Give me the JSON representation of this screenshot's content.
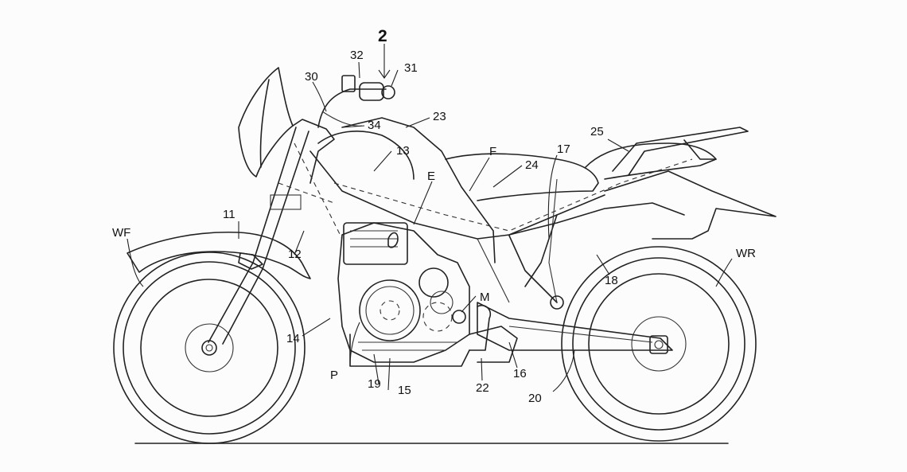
{
  "figure": {
    "view_label": "2",
    "labels": {
      "p2": "2",
      "p11": "11",
      "p12": "12",
      "p13": "13",
      "p14": "14",
      "p15": "15",
      "p16": "16",
      "p17": "17",
      "p18": "18",
      "p19": "19",
      "p20": "20",
      "p22": "22",
      "p23": "23",
      "p24": "24",
      "p25": "25",
      "p30": "30",
      "p31": "31",
      "p32": "32",
      "p34": "34",
      "pWF": "WF",
      "pWR": "WR",
      "pE": "E",
      "pF": "F",
      "pM": "M",
      "pP": "P"
    }
  }
}
